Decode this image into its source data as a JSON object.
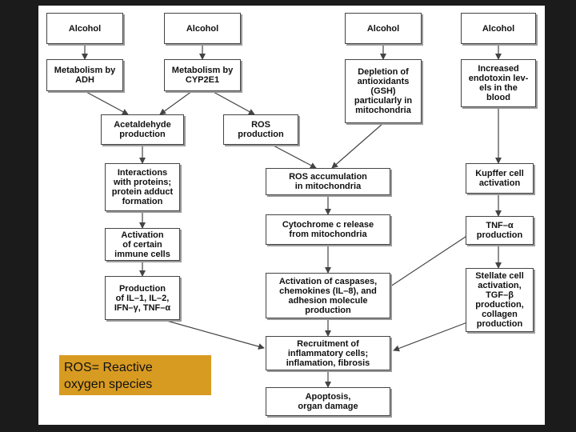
{
  "diagram": {
    "nodes": [
      {
        "id": "alcohol1",
        "label": "Alcohol"
      },
      {
        "id": "alcohol2",
        "label": "Alcohol"
      },
      {
        "id": "alcohol3",
        "label": "Alcohol"
      },
      {
        "id": "alcohol4",
        "label": "Alcohol"
      },
      {
        "id": "adh",
        "label": "Metabolism by\nADH"
      },
      {
        "id": "cyp",
        "label": "Metabolism by\nCYP2E1"
      },
      {
        "id": "gsh",
        "label": "Depletion of\nantioxidants\n(GSH)\nparticularly in\nmitochondria"
      },
      {
        "id": "endotoxin",
        "label": "Increased\nendotoxin lev-\nels in the\nblood"
      },
      {
        "id": "acetaldehyde",
        "label": "Acetaldehyde\nproduction"
      },
      {
        "id": "ros_prod",
        "label": "ROS\nproduction"
      },
      {
        "id": "interactions",
        "label": "Interactions\nwith proteins;\nprotein adduct\nformation"
      },
      {
        "id": "ros_acc",
        "label": "ROS accumulation\nin mitochondria"
      },
      {
        "id": "kupffer",
        "label": "Kupffer cell\nactivation"
      },
      {
        "id": "immune",
        "label": "Activation\nof certain\nimmune cells"
      },
      {
        "id": "cytochrome",
        "label": "Cytochrome c release\nfrom mitochondria"
      },
      {
        "id": "tnf",
        "label": "TNF–α\nproduction"
      },
      {
        "id": "production",
        "label": "Production\nof IL–1, IL–2,\nIFN–γ, TNF–α"
      },
      {
        "id": "caspases",
        "label": "Activation of caspases,\nchemokines (IL–8), and\nadhesion molecule\nproduction"
      },
      {
        "id": "stellate",
        "label": "Stellate cell\nactivation,\nTGF–β\nproduction,\ncollagen\nproduction"
      },
      {
        "id": "recruitment",
        "label": "Recruitment of\ninflammatory cells;\ninflamation, fibrosis"
      },
      {
        "id": "apoptosis",
        "label": "Apoptosis,\norgan damage"
      }
    ]
  },
  "legend_note": "ROS= Reactive\noxygen species"
}
